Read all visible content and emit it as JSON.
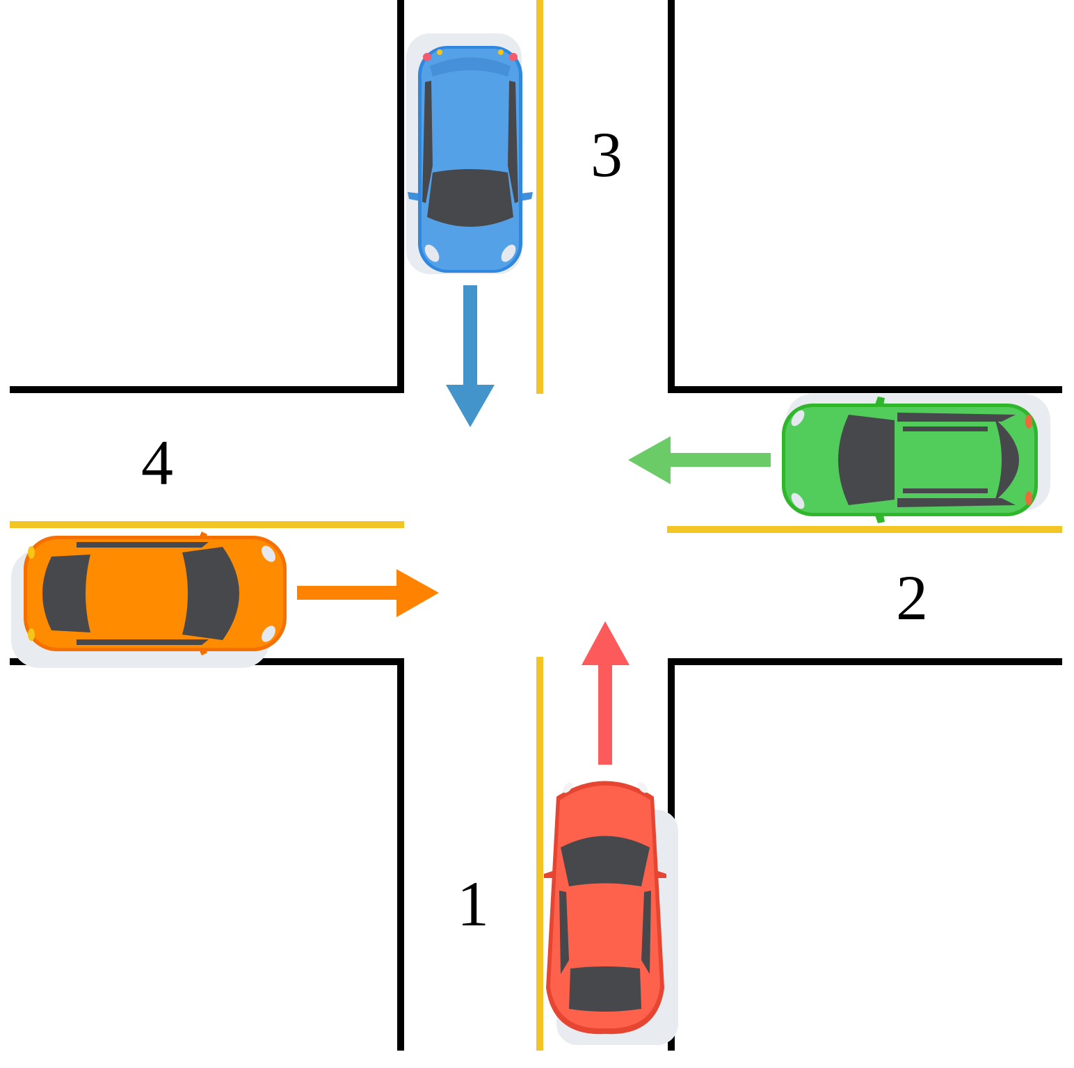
{
  "colors": {
    "curb": "#000000",
    "center_line": "#f2c524",
    "glass": "#47484c",
    "shadow": "#e8ebef",
    "red_car": "#fe624d",
    "red_arrow": "#fd5b5b",
    "green_car": "#52cc5a",
    "green_arrow": "#6bcb66",
    "blue_car": "#55a1e8",
    "blue_arrow": "#4494cc",
    "orange_car": "#ff8b00",
    "orange_arrow": "#ff8300"
  },
  "approaches": [
    {
      "label": "1",
      "car": "red-car",
      "direction": "north"
    },
    {
      "label": "2",
      "car": "green-car",
      "direction": "west"
    },
    {
      "label": "3",
      "car": "blue-car",
      "direction": "south"
    },
    {
      "label": "4",
      "car": "orange-car",
      "direction": "east"
    }
  ]
}
